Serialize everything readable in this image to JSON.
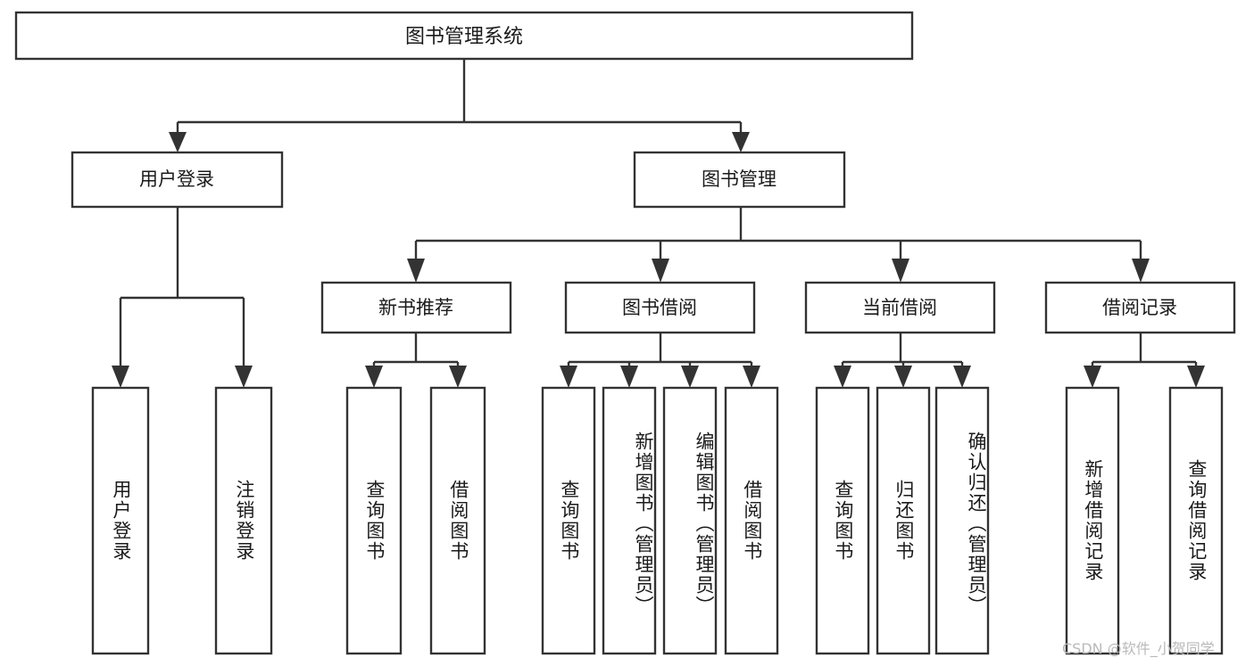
{
  "diagram": {
    "type": "tree",
    "title": "图书管理系统",
    "orientation": "top-down",
    "colors": {
      "stroke": "#333333",
      "fill": "#ffffff",
      "text": "#1a1a1a",
      "watermark": "#b9b9b9",
      "background": "#ffffff"
    },
    "root": {
      "label": "图书管理系统"
    },
    "level1": [
      {
        "label": "用户登录"
      },
      {
        "label": "图书管理"
      }
    ],
    "level2": [
      {
        "label": "新书推荐"
      },
      {
        "label": "图书借阅"
      },
      {
        "label": "当前借阅"
      },
      {
        "label": "借阅记录"
      }
    ],
    "leaves": {
      "user_login": [
        {
          "label": "用户登录"
        },
        {
          "label": "注销登录"
        }
      ],
      "new_book_recommend": [
        {
          "label": "查询图书"
        },
        {
          "label": "借阅图书"
        }
      ],
      "book_borrow": [
        {
          "label": "查询图书"
        },
        {
          "label": "新增图书（管理员）"
        },
        {
          "label": "编辑图书（管理员）"
        },
        {
          "label": "借阅图书"
        }
      ],
      "current_borrow": [
        {
          "label": "查询图书"
        },
        {
          "label": "归还图书"
        },
        {
          "label": "确认归还（管理员）"
        }
      ],
      "borrow_record": [
        {
          "label": "新增借阅记录"
        },
        {
          "label": "查询借阅记录"
        }
      ]
    }
  },
  "watermark": {
    "text": "CSDN @软件_小贺同学"
  }
}
